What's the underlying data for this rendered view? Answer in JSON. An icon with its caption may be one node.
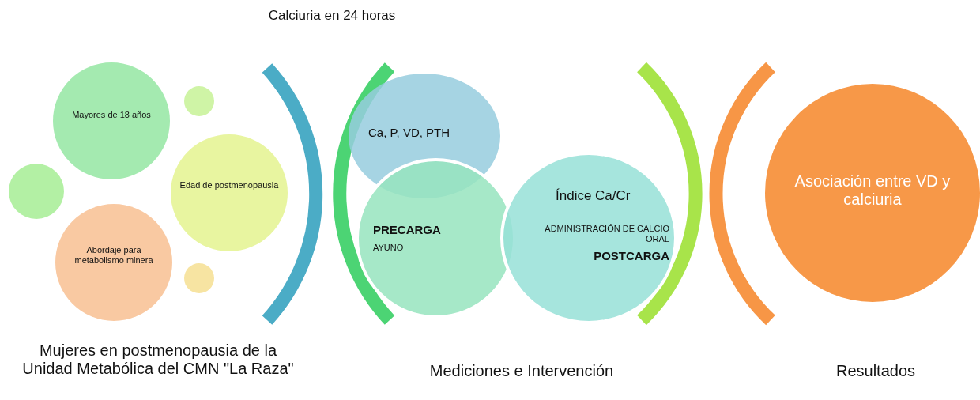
{
  "diagram": {
    "nodes": [
      {
        "text": [
          "Mayores de 18 años"
        ]
      },
      {
        "text": [],
        "shape": "circle"
      },
      {
        "text": [],
        "shape": "circle"
      },
      {
        "text": [
          "Edad de postmenopausia"
        ]
      },
      {
        "text": [
          "Abordaje para metabolismo minera"
        ]
      },
      {
        "text": [],
        "shape": "circle"
      },
      {
        "text": [
          "Ca, P, VD, PTH"
        ]
      },
      {
        "text": [
          "PRECARGA",
          "AYUNO"
        ]
      },
      {
        "text": [
          "Índice Ca/Cr",
          "ADMINISTRACIÓN DE CALCIO ORAL",
          "POSTCARGA"
        ]
      },
      {
        "text": [
          "Asociación entre VD y calciuria"
        ]
      }
    ],
    "edges": [],
    "labels": [
      "Calciuria en 24 horas",
      "Mujeres en postmenopausia de la Unidad Metabólica del CMN \"La Raza\"",
      "Mediciones e Intervención",
      "Resultados"
    ]
  }
}
